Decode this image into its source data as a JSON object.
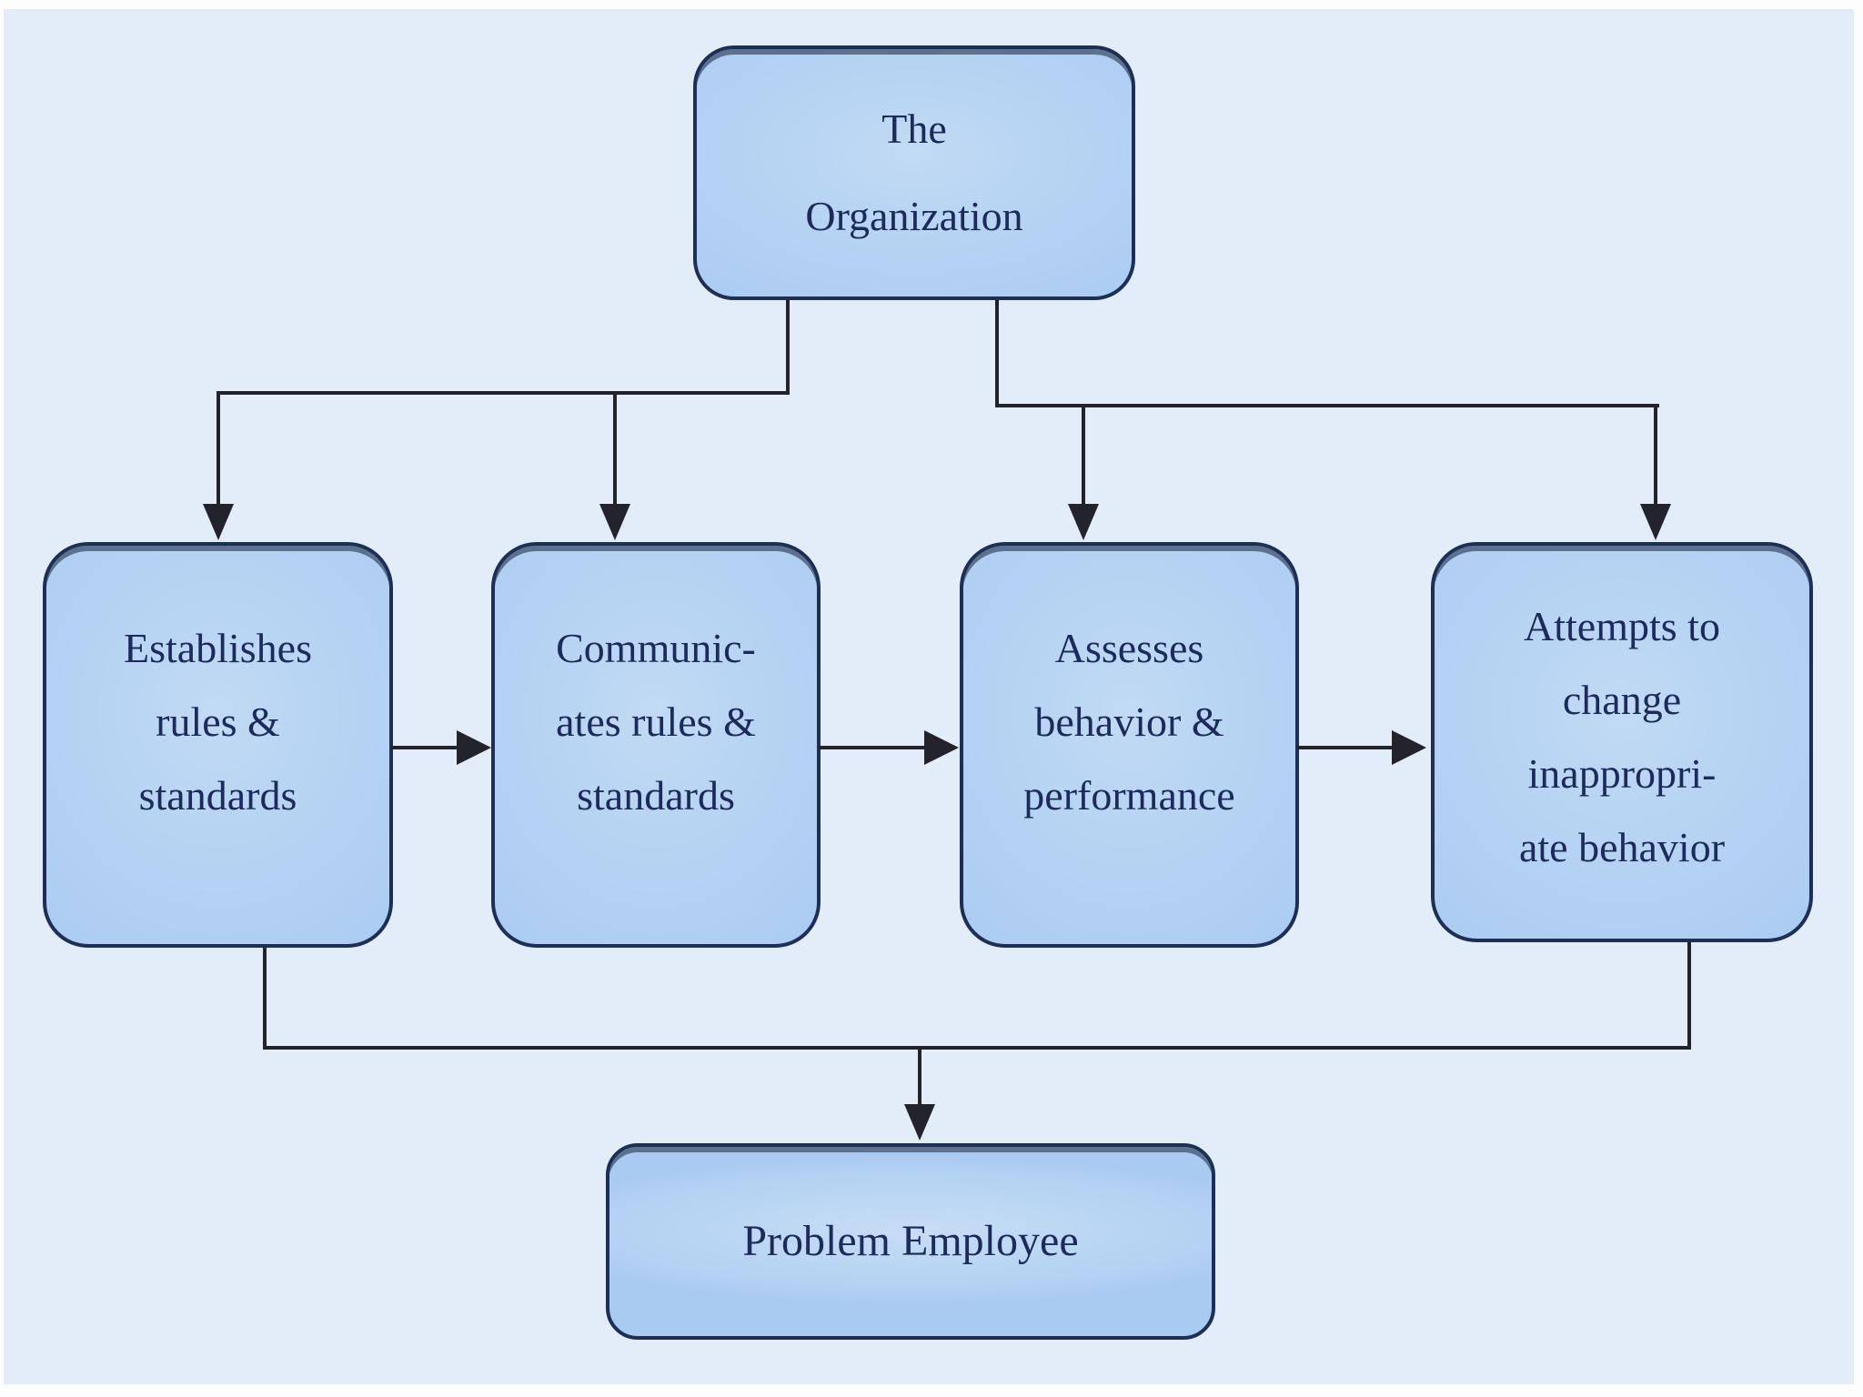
{
  "title": "Organization and problem employee flowchart",
  "colors": {
    "frame": "#fdfdfe",
    "bg": "#e3edfa",
    "box_fill": "#a9cbf1",
    "box_border": "#1d2f55",
    "box_top_edge": "#5b718e",
    "text": "#1c2b59",
    "line": "#23232b"
  },
  "nodes": {
    "organization": {
      "lines": [
        "The",
        "Organization"
      ]
    },
    "establishes": {
      "lines": [
        "Establishes",
        "rules &",
        "standards"
      ]
    },
    "communicates": {
      "lines": [
        "Communic-",
        "ates rules &",
        "standards"
      ]
    },
    "assesses": {
      "lines": [
        "Assesses",
        "behavior &",
        "performance"
      ]
    },
    "attempts": {
      "lines": [
        "Attempts to",
        "change",
        "inappropri-",
        "ate behavior"
      ]
    },
    "problem": {
      "lines": [
        "Problem Employee"
      ]
    }
  }
}
